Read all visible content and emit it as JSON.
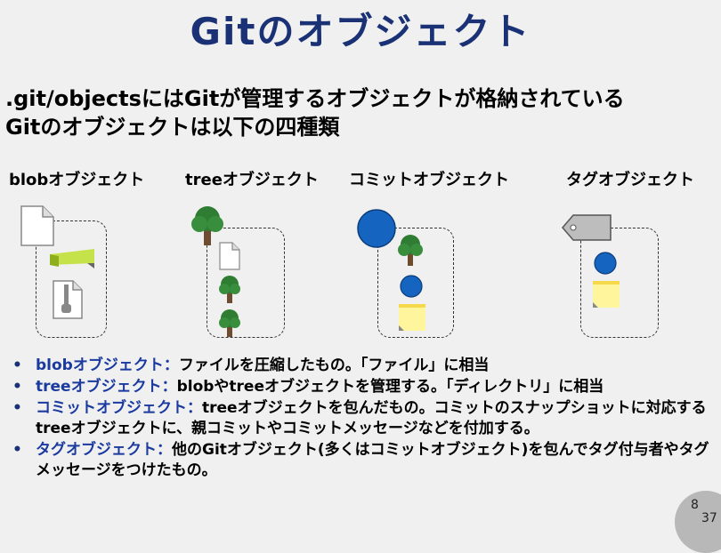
{
  "title": "Gitのオブジェクト",
  "intro": {
    "line1": ".git/objectsにはGitが管理するオブジェクトが格納されている",
    "line2": "Gitのオブジェクトは以下の四種類"
  },
  "columns": {
    "blob": "blobオブジェクト",
    "tree": "treeオブジェクト",
    "commit": "コミットオブジェクト",
    "tag": "タグオブジェクト"
  },
  "bullets": [
    {
      "head": "blobオブジェクト：",
      "text": "ファイルを圧縮したもの。「ファイル」に相当"
    },
    {
      "head": "treeオブジェクト：",
      "text": "blobやtreeオブジェクトを管理する。「ディレクトリ」に相当"
    },
    {
      "head": "コミットオブジェクト：",
      "text": "treeオブジェクトを包んだもの。コミットのスナップショットに対応するtreeオブジェクトに、親コミットやコミットメッセージなどを付加する。"
    },
    {
      "head": "タグオブジェクト：",
      "text": "他のGitオブジェクト(多くはコミットオブジェクト)を包んでタグ付与者やタグメッセージをつけたもの。"
    }
  ],
  "page": {
    "current": "8",
    "total": "37"
  },
  "colors": {
    "title": "#1a3275",
    "bullet_head": "#1a3aa0",
    "commit_circle": "#1565c0",
    "note": "#fff59d",
    "tree_green": "#2e7d32"
  }
}
